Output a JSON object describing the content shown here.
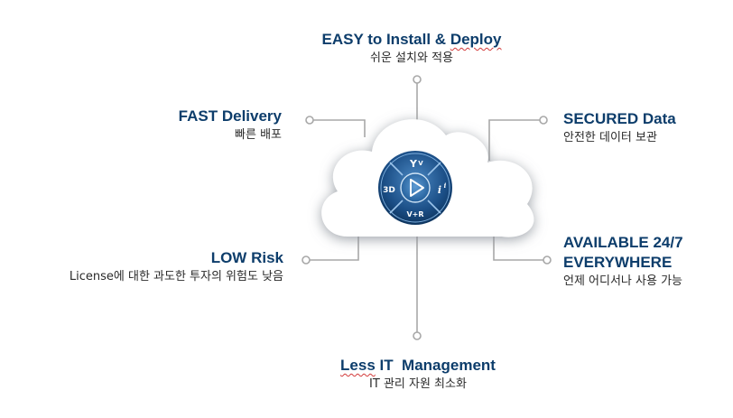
{
  "features": {
    "top": {
      "title_a": "EASY to Install & ",
      "title_b": "Deploy",
      "subtitle": "쉬운 설치와 적용"
    },
    "fast": {
      "title": "FAST Delivery",
      "subtitle": "빠른 배포"
    },
    "secured": {
      "title": "SECURED Data",
      "subtitle": "안전한 데이터 보관"
    },
    "low": {
      "title": "LOW Risk",
      "subtitle": "License에 대한 과도한 투자의 위험도 낮음"
    },
    "available": {
      "title_line1": "AVAILABLE 24/7",
      "title_line2": "EVERYWHERE",
      "subtitle": "언제 어디서나 사용 가능"
    },
    "less": {
      "title_a": "Less",
      "title_b": " IT  Management",
      "subtitle": "IT 관리 자원 최소화"
    }
  },
  "compass": {
    "top_label": "Y",
    "top_sup": "V",
    "left_label": "3D",
    "right_label": "i",
    "right_sup": "i",
    "bottom_label": "V+R"
  },
  "colors": {
    "title": "#0d3d6b",
    "line": "#a8a8a8",
    "cloud_fill": "#ffffff",
    "cloud_shadow": "#9aa0a8",
    "compass_dark": "#123f6e",
    "compass_light": "#3d7cb8"
  }
}
